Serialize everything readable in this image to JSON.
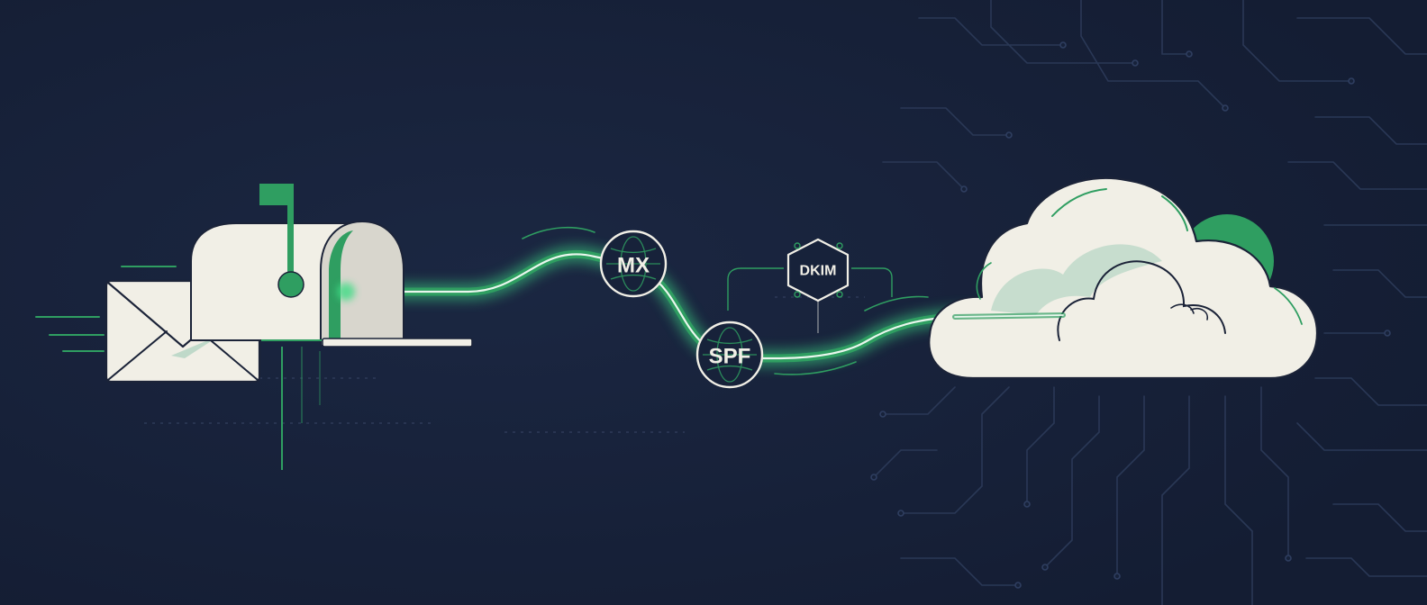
{
  "diagram": {
    "nodes": {
      "mx": {
        "label": "MX",
        "icon": "globe-icon"
      },
      "spf": {
        "label": "SPF",
        "icon": "globe-icon"
      },
      "dkim": {
        "label": "DKIM",
        "icon": "hexagon-shield-icon"
      }
    },
    "illustrations": {
      "envelope": "envelope-icon",
      "mailbox": "mailbox-icon",
      "cloud": "cloud-icon",
      "circuit": "circuit-board-pattern"
    }
  },
  "colors": {
    "background": "#17223a",
    "accent": "#2f9e61",
    "accent_dark": "#1f7a4a",
    "glow": "#3ddc84",
    "paper": "#f1efe6",
    "outline": "#1b2338",
    "circuit": "#2a3856"
  }
}
